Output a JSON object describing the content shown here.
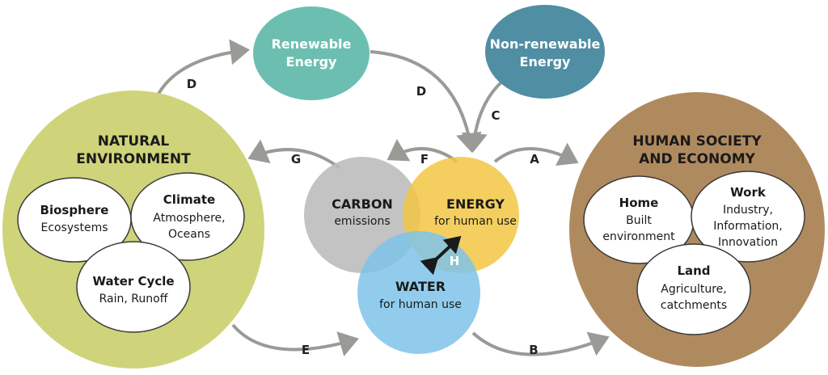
{
  "natural_environment": {
    "title_line1": "NATURAL",
    "title_line2": "ENVIRONMENT",
    "biosphere": {
      "title": "Biosphere",
      "sub": "Ecosystems"
    },
    "climate": {
      "title": "Climate",
      "sub1": "Atmosphere,",
      "sub2": "Oceans"
    },
    "water_cycle": {
      "title": "Water Cycle",
      "sub": "Rain, Runoff"
    }
  },
  "human_society": {
    "title_line1": "HUMAN SOCIETY",
    "title_line2": "AND ECONOMY",
    "home": {
      "title": "Home",
      "sub1": "Built",
      "sub2": "environment"
    },
    "work": {
      "title": "Work",
      "sub1": "Industry,",
      "sub2": "Information,",
      "sub3": "Innovation"
    },
    "land": {
      "title": "Land",
      "sub1": "Agriculture,",
      "sub2": "catchments"
    }
  },
  "renewable_energy": {
    "line1": "Renewable",
    "line2": "Energy"
  },
  "nonrenewable_energy": {
    "line1": "Non-renewable",
    "line2": "Energy"
  },
  "carbon": {
    "title": "CARBON",
    "sub": "emissions"
  },
  "energy": {
    "title": "ENERGY",
    "sub": "for human use"
  },
  "water": {
    "title": "WATER",
    "sub": "for human use"
  },
  "arrow_labels": {
    "a": "A",
    "b": "B",
    "c": "C",
    "d_left": "D",
    "d_right": "D",
    "e": "E",
    "f": "F",
    "g": "G",
    "h": "H"
  },
  "colors": {
    "natural": "#cfd47a",
    "human": "#b08a5f",
    "renewable": "#6cbfb0",
    "nonrenewable": "#4f8ea3",
    "carbon": "#bdbdbd",
    "energy": "#f2c744",
    "water": "#7ec3ea",
    "arrow": "#9a9a96"
  }
}
